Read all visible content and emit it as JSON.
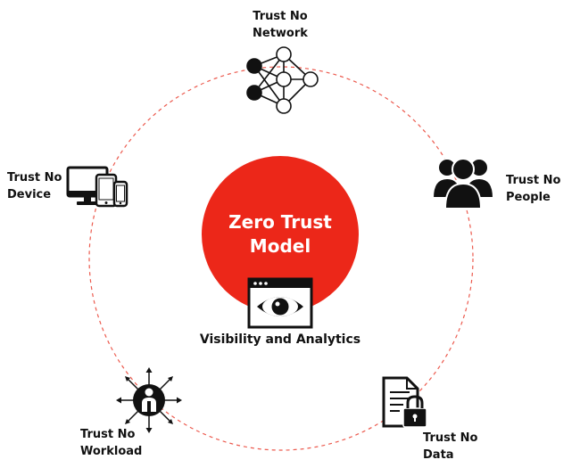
{
  "center": {
    "title_line1": "Zero Trust",
    "title_line2": "Model",
    "color": "#ec2719"
  },
  "analytics": {
    "label": "Visibility and Analytics",
    "icon": "eye-window-icon"
  },
  "nodes": {
    "network": {
      "line1": "Trust No",
      "line2": "Network",
      "icon": "neural-network-icon"
    },
    "people": {
      "line1": "Trust No",
      "line2": "People",
      "icon": "people-group-icon"
    },
    "data": {
      "line1": "Trust No",
      "line2": "Data",
      "icon": "locked-document-icon"
    },
    "workload": {
      "line1": "Trust No",
      "line2": "Workload",
      "icon": "person-arrows-icon"
    },
    "device": {
      "line1": "Trust No",
      "line2": "Device",
      "icon": "devices-icon"
    }
  },
  "ring_color": "#ec5a4e"
}
